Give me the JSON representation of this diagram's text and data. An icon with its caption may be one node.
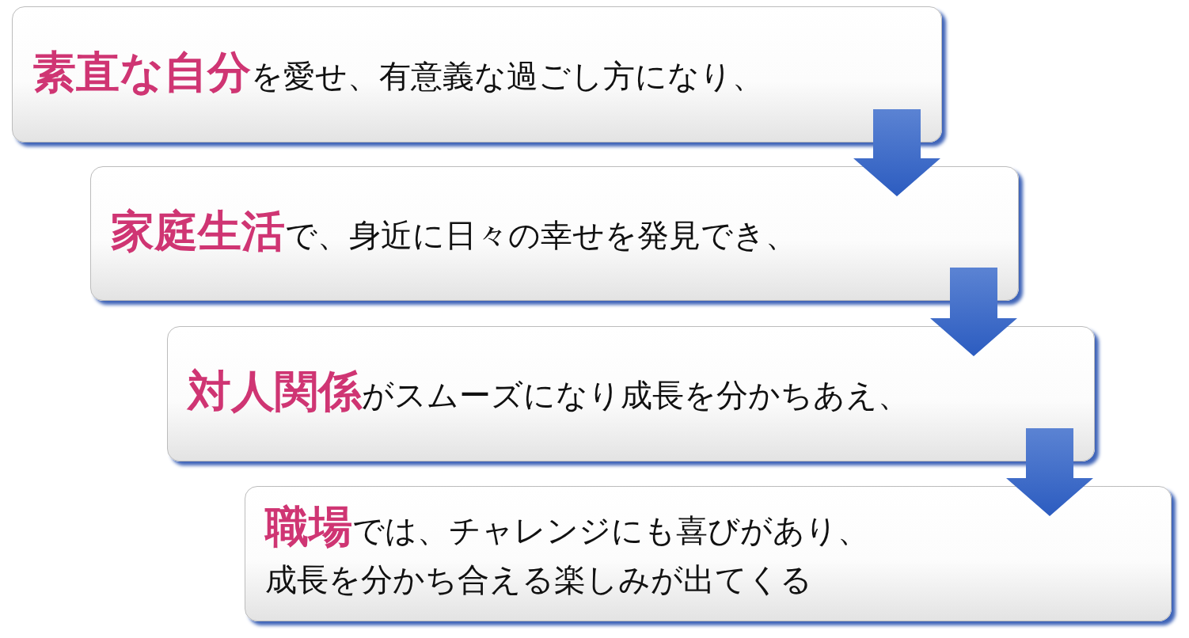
{
  "diagram": {
    "nodes": [
      {
        "text": [
          "**素直な自分**を愛せ、有意義な過ごし方になり、"
        ]
      },
      {
        "text": [
          "**家庭生活**で、身近に日々の幸せを発見でき、"
        ]
      },
      {
        "text": [
          "**対人関係**がスムーズになり成長を分かちあえ、"
        ]
      },
      {
        "text": [
          "**職場**では、チャレンジにも喜びがあり、成長を分かち合える楽しみが出てくる"
        ]
      }
    ],
    "edges": [
      {
        "from": 0,
        "to": 1,
        "arrow": "to"
      },
      {
        "from": 1,
        "to": 2,
        "arrow": "to"
      },
      {
        "from": 2,
        "to": 3,
        "arrow": "to"
      }
    ]
  }
}
